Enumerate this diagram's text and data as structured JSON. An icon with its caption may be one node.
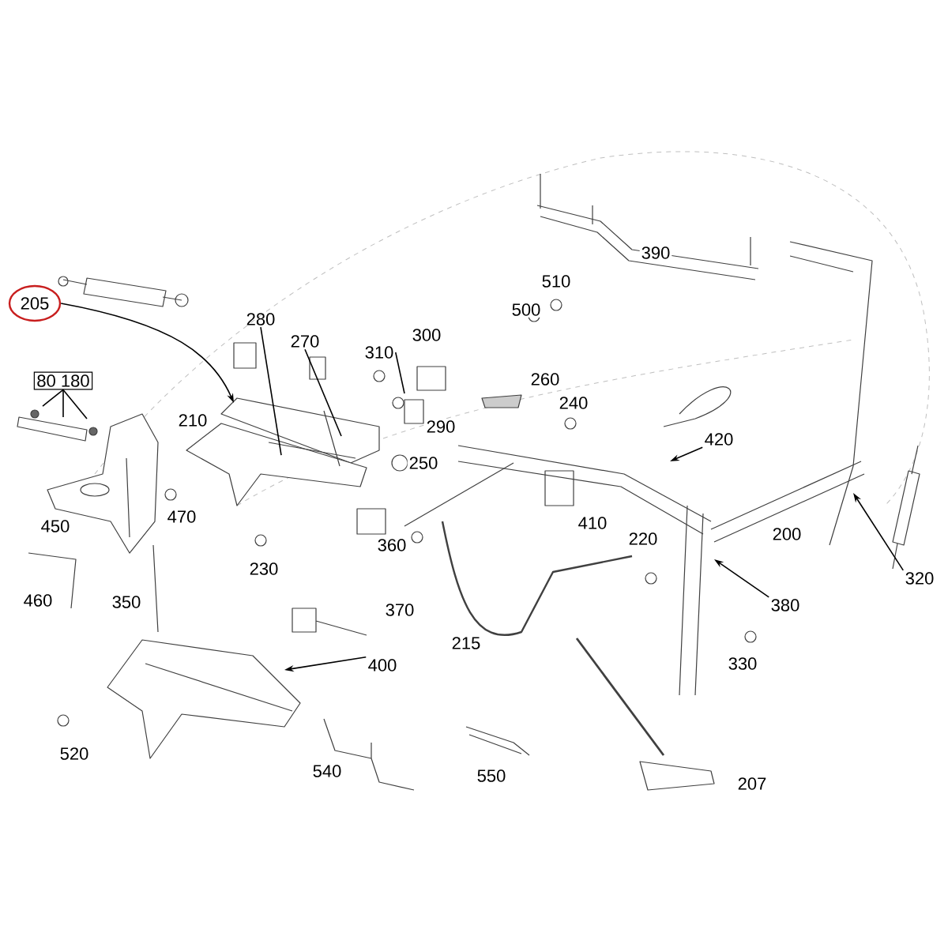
{
  "diagram": {
    "nodes": [
      {
        "text": [
          "205"
        ]
      },
      {
        "text": [
          "80 180"
        ]
      },
      {
        "text": [
          "280"
        ]
      },
      {
        "text": [
          "270"
        ]
      },
      {
        "text": [
          "310"
        ]
      },
      {
        "text": [
          "420"
        ]
      },
      {
        "text": [
          "320"
        ]
      },
      {
        "text": [
          "380"
        ]
      },
      {
        "text": [
          "400"
        ]
      }
    ],
    "edges": [
      {
        "from": 0,
        "to": null,
        "arrow": "to"
      },
      {
        "from": 1,
        "to": null,
        "arrow": "none"
      },
      {
        "from": 1,
        "to": null,
        "arrow": "none"
      },
      {
        "from": 1,
        "to": null,
        "arrow": "none"
      },
      {
        "from": 2,
        "to": null,
        "arrow": "none"
      },
      {
        "from": 3,
        "to": null,
        "arrow": "none"
      },
      {
        "from": 4,
        "to": null,
        "arrow": "none"
      },
      {
        "from": 5,
        "to": null,
        "arrow": "to"
      },
      {
        "from": 6,
        "to": null,
        "arrow": "to"
      },
      {
        "from": 7,
        "to": null,
        "arrow": "to"
      },
      {
        "from": 8,
        "to": null,
        "arrow": "to"
      }
    ],
    "labels": [
      "390",
      "510",
      "500",
      "300",
      "260",
      "240",
      "290",
      "210",
      "250",
      "450",
      "470",
      "410",
      "220",
      "200",
      "230",
      "360",
      "460",
      "350",
      "370",
      "215",
      "330",
      "520",
      "540",
      "550",
      "207"
    ]
  }
}
